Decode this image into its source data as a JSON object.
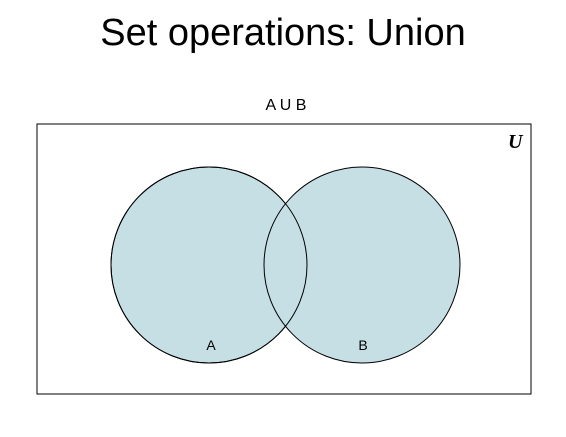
{
  "title": "Set operations: Union",
  "diagram": {
    "caption": "A U B",
    "universe_label": "U",
    "sets": [
      {
        "label": "A"
      },
      {
        "label": "B"
      }
    ],
    "fill_color": "#c5dfe5",
    "stroke_color": "#000000"
  }
}
